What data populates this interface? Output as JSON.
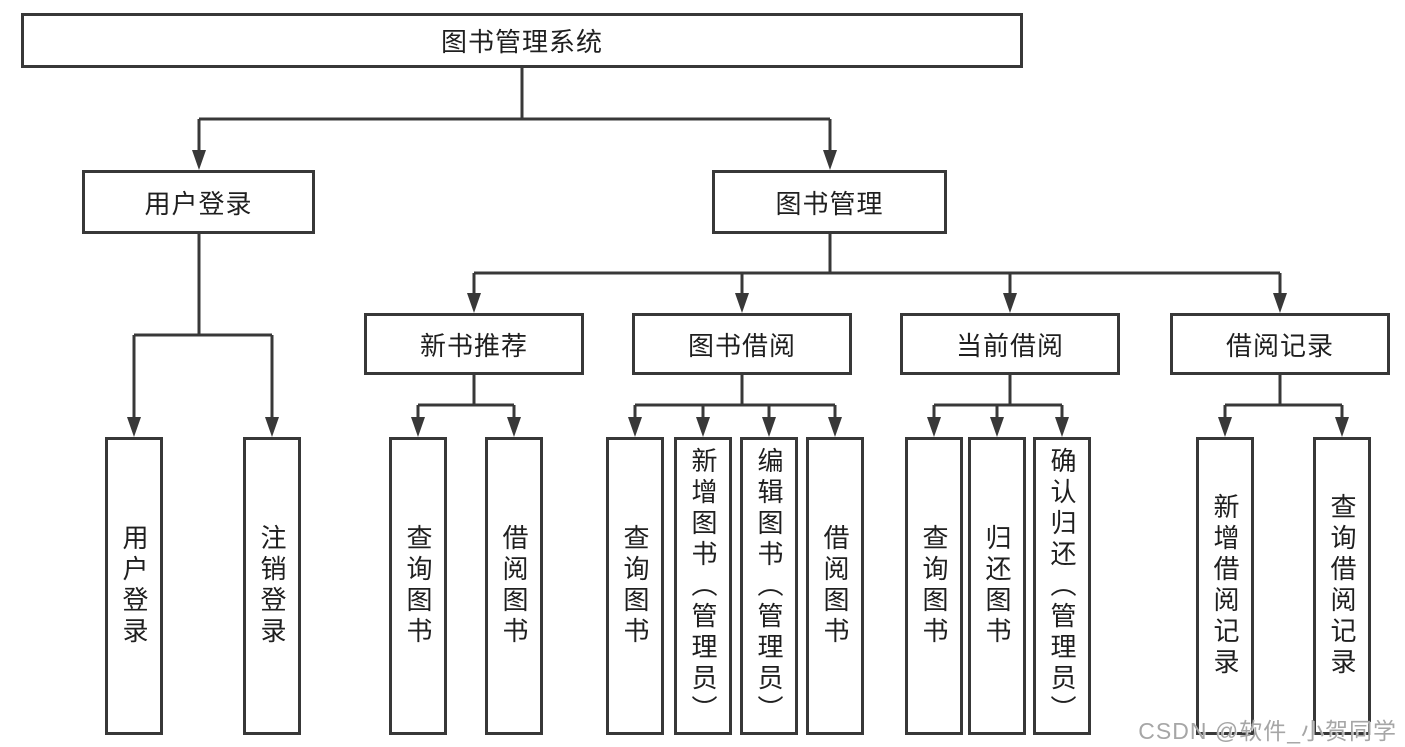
{
  "colors": {
    "line": "#383838",
    "text": "#1f1f1f",
    "watermark": "#a6a6a6",
    "background": "#ffffff"
  },
  "watermark": {
    "text": "CSDN @软件_小贺同学"
  },
  "tree": {
    "label": "图书管理系统",
    "children": [
      {
        "label": "用户登录",
        "children": [
          {
            "label": "用户登录"
          },
          {
            "label": "注销登录"
          }
        ]
      },
      {
        "label": "图书管理",
        "children": [
          {
            "label": "新书推荐",
            "children": [
              {
                "label": "查询图书"
              },
              {
                "label": "借阅图书"
              }
            ]
          },
          {
            "label": "图书借阅",
            "children": [
              {
                "label": "查询图书"
              },
              {
                "label": "新增图书（管理员）"
              },
              {
                "label": "编辑图书（管理员）"
              },
              {
                "label": "借阅图书"
              }
            ]
          },
          {
            "label": "当前借阅",
            "children": [
              {
                "label": "查询图书"
              },
              {
                "label": "归还图书"
              },
              {
                "label": "确认归还（管理员）"
              }
            ]
          },
          {
            "label": "借阅记录",
            "children": [
              {
                "label": "新增借阅记录"
              },
              {
                "label": "查询借阅记录"
              }
            ]
          }
        ]
      }
    ]
  }
}
